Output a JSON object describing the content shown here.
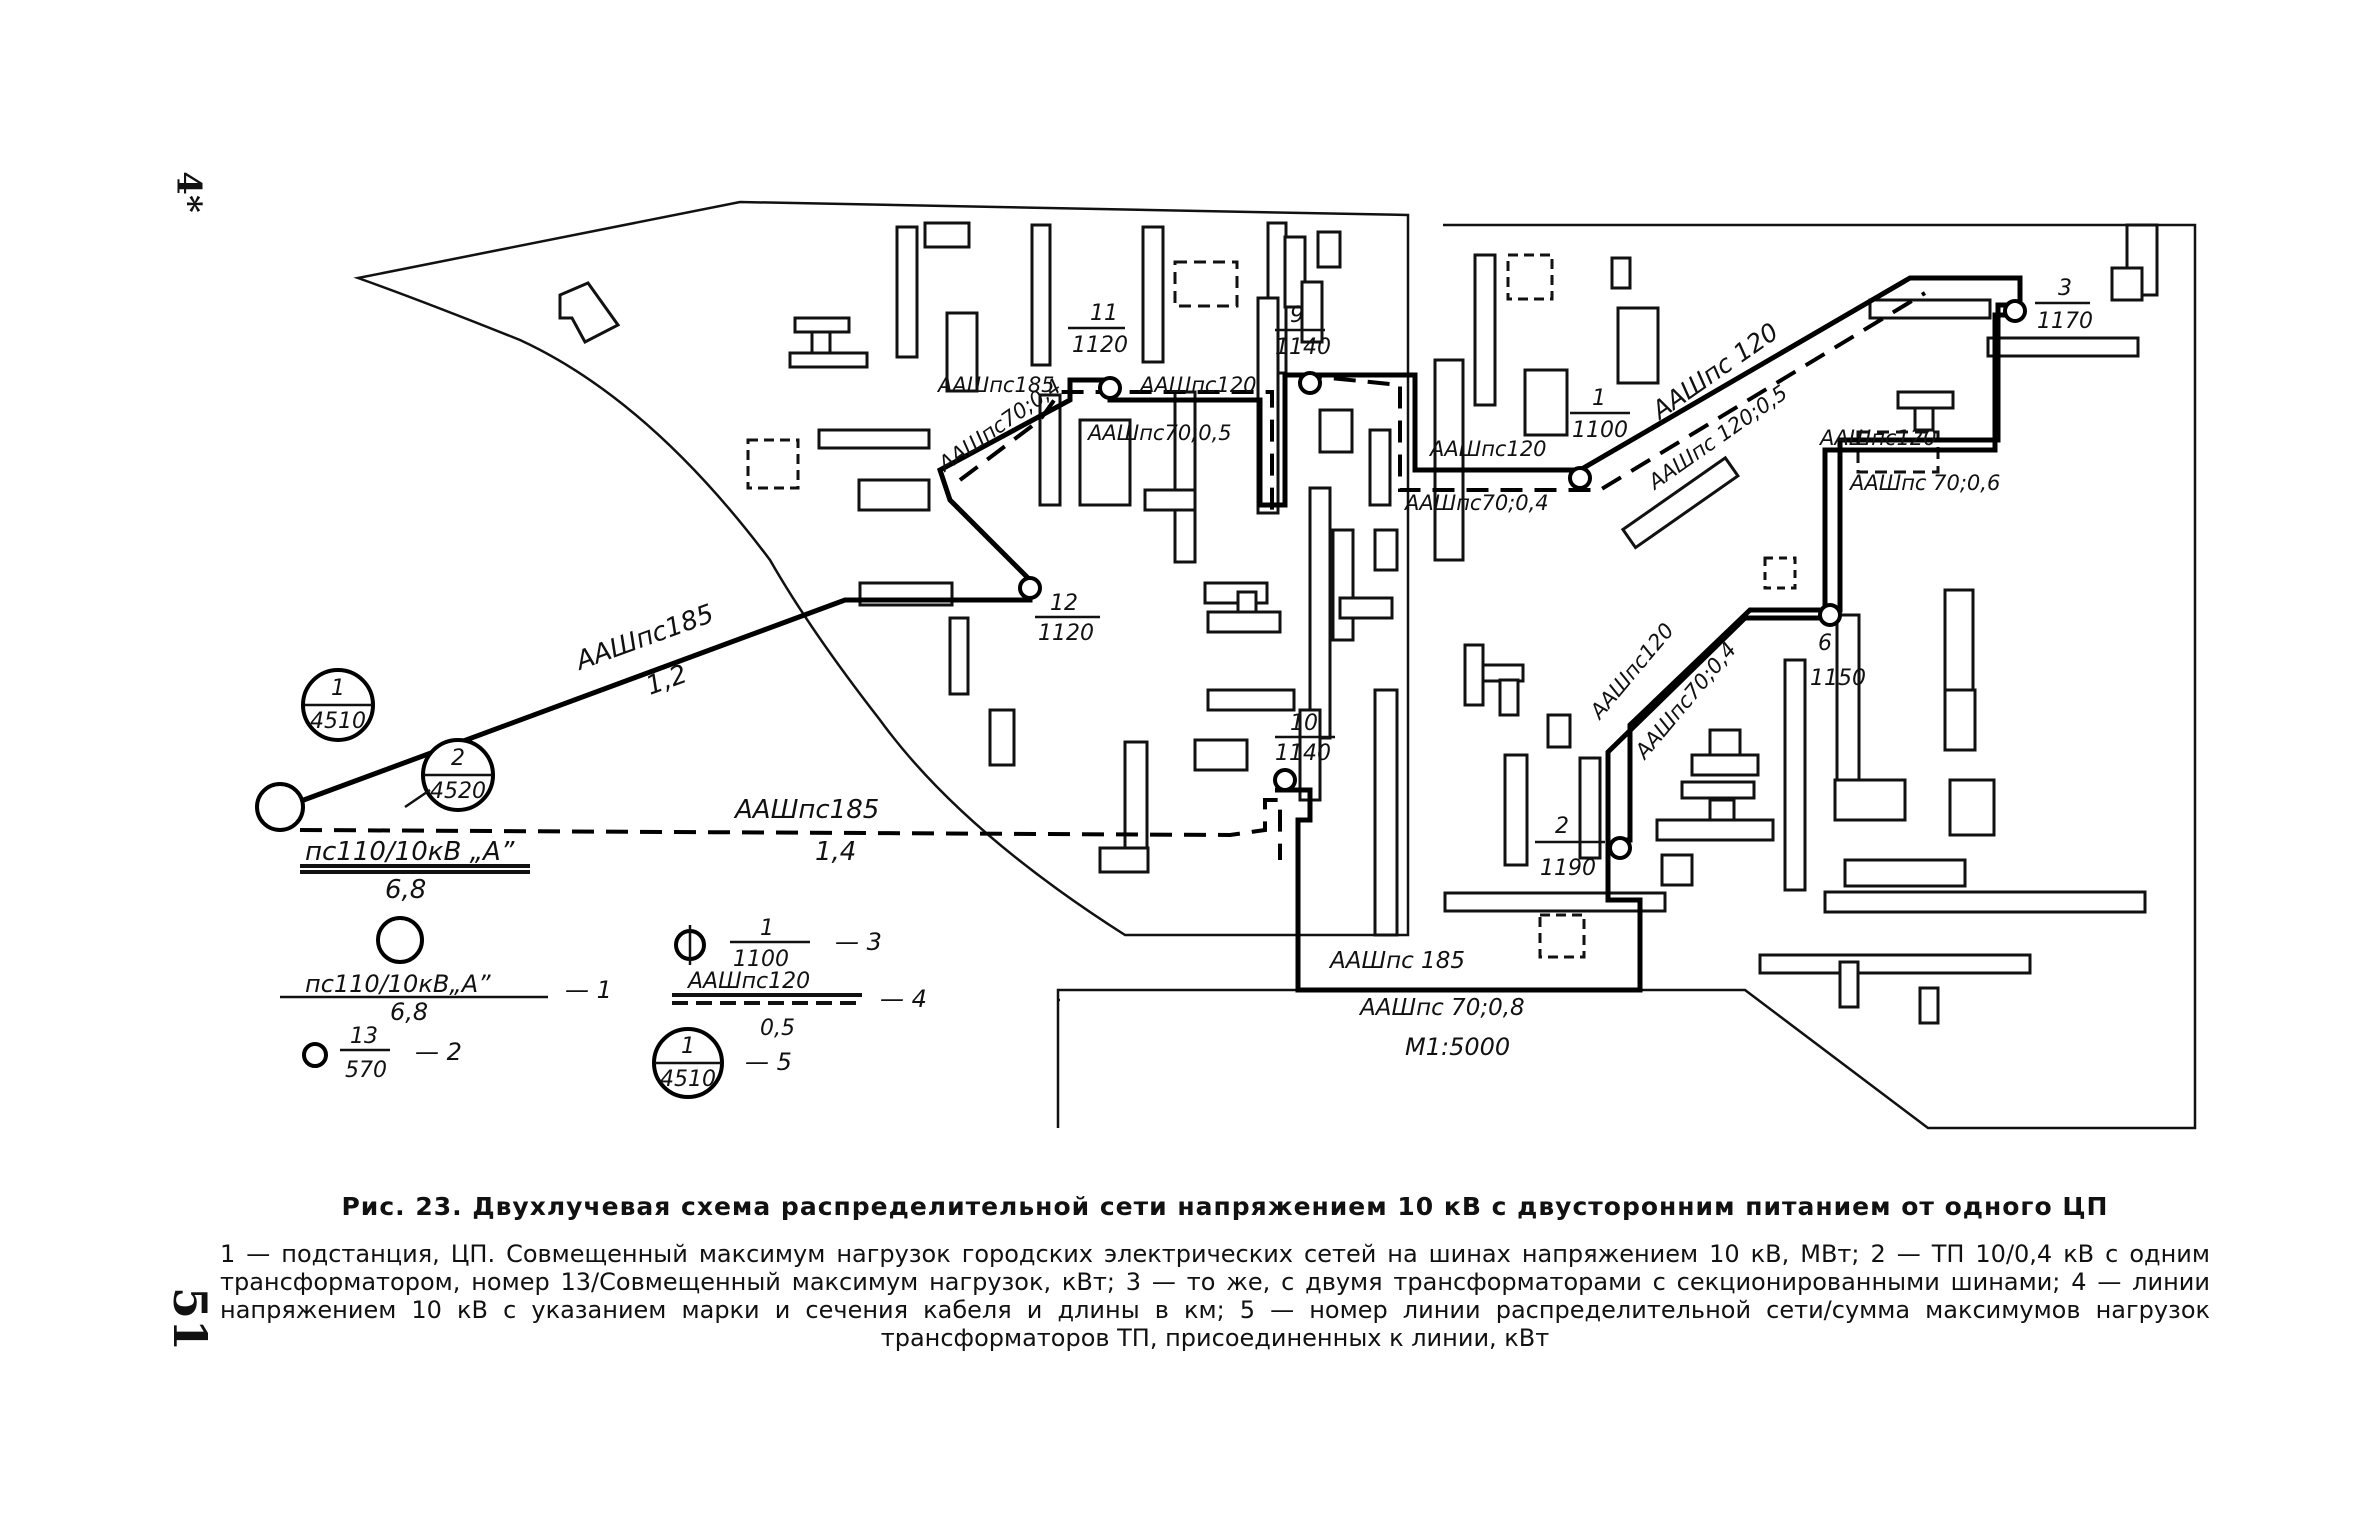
{
  "page": {
    "top_marker": "4*",
    "page_number": "51"
  },
  "scale": "М1:5000",
  "substation": {
    "name": "пс110/10кВ „А”",
    "load": "6,8"
  },
  "feeders": [
    {
      "num": "1",
      "load": "4510"
    },
    {
      "num": "2",
      "load": "4520"
    }
  ],
  "trunk_lines": [
    {
      "mark": "ААШпс185",
      "length": "1,2"
    },
    {
      "mark": "ААШпс185",
      "length": "1,4"
    }
  ],
  "transformer_stations": [
    {
      "num": "11",
      "load": "1120"
    },
    {
      "num": "9",
      "load": "1140"
    },
    {
      "num": "12",
      "load": "1120"
    },
    {
      "num": "10",
      "load": "1140"
    },
    {
      "num": "1",
      "load": "1100"
    },
    {
      "num": "3",
      "load": "1170"
    },
    {
      "num": "6",
      "load": "1150"
    },
    {
      "num": "2",
      "load": "1190"
    }
  ],
  "cable_labels": [
    "ААШпс185",
    "ААШпс120",
    "ААШпс70;0,4",
    "ААШпс70;0,5",
    "ААШпс120",
    "ААШпс70;0,4",
    "ААШпс 120",
    "ААШпс 120;0,5",
    "ААШпс120",
    "ААШпс 70;0,6",
    "ААШпс120",
    "ААШпс70;0,4",
    "ААШпс 185",
    "ААШпс 70;0,8"
  ],
  "legend": {
    "item1": {
      "name": "пс110/10кВ„А”",
      "value": "6,8",
      "marker": "— 1"
    },
    "item2": {
      "num": "13",
      "load": "570",
      "marker": "— 2"
    },
    "item3": {
      "num": "1",
      "load": "1100",
      "marker": "— 3"
    },
    "item4": {
      "mark": "ААШпс120",
      "length": "0,5",
      "marker": "— 4"
    },
    "item5": {
      "num": "1",
      "load": "4510",
      "marker": "— 5"
    }
  },
  "caption": {
    "title": "Рис. 23. Двухлучевая схема распределительной сети напряжением 10 кВ с двусторонним питанием от одного ЦП",
    "body": "1 — подстанция, ЦП. Совмещенный максимум нагрузок городских электрических сетей на шинах напряжением 10 кВ, МВт; 2 — ТП 10/0,4 кВ с одним трансформатором, номер 13/Совмещенный максимум нагрузок, кВт; 3 — то же, с двумя трансформаторами с секционированными шинами; 4 — линии напряжением 10 кВ с указанием марки и сечения кабеля и длины в км; 5 — номер линии распределительной сети/сумма максимумов нагрузок трансформаторов ТП, присоединенных к линии, кВт"
  }
}
